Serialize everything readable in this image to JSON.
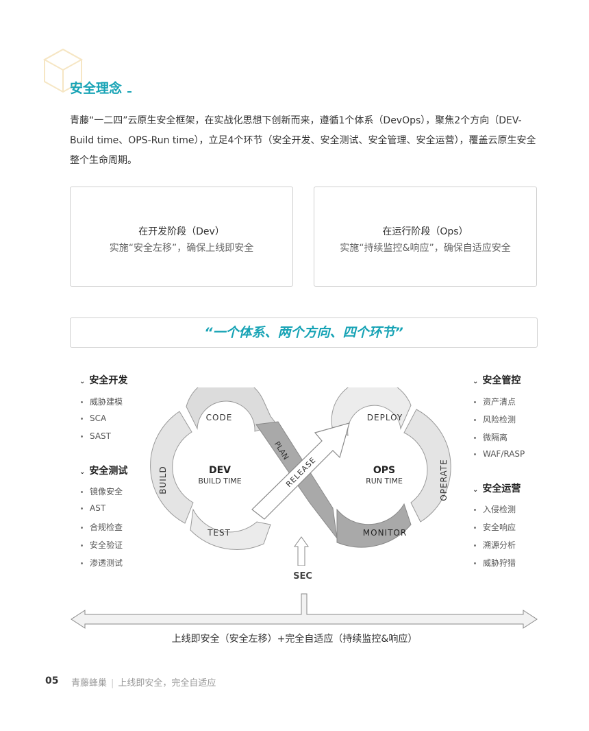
{
  "title": "安全理念",
  "intro": "青藤“一二四”云原生安全框架，在实战化思想下创新而来，遵循1个体系（DevOps），聚焦2个方向（DEV-Build time、OPS-Run time），立足4个环节（安全开发、安全测试、安全管理、安全运营），覆盖云原生安全整个生命周期。",
  "boxes": [
    {
      "title": "在开发阶段（Dev）",
      "subtitle": "实施“安全左移”，确保上线即安全"
    },
    {
      "title": "在运行阶段（Ops）",
      "subtitle": "实施“持续监控&响应”，确保自适应安全"
    }
  ],
  "banner": "“一个体系、两个方向、四个环节”",
  "left_groups": [
    {
      "title": "安全开发",
      "items": [
        "威胁建模",
        "SCA",
        "SAST"
      ]
    },
    {
      "title": "安全测试",
      "items": [
        "镜像安全",
        "AST",
        "合规检查",
        "安全验证",
        "渗透测试"
      ]
    }
  ],
  "right_groups": [
    {
      "title": "安全管控",
      "items": [
        "资产清点",
        "风险检测",
        "微隔离",
        "WAF/RASP"
      ]
    },
    {
      "title": "安全运营",
      "items": [
        "入侵检测",
        "安全响应",
        "溯源分析",
        "威胁狩猎"
      ]
    }
  ],
  "diagram": {
    "dev_title": "DEV",
    "dev_sub": "BUILD TIME",
    "ops_title": "OPS",
    "ops_sub": "RUN TIME",
    "code": "CODE",
    "build": "BUILD",
    "test": "TEST",
    "plan": "PLAN",
    "release": "RELEASE",
    "deploy": "DEPLOY",
    "operate": "OPERATE",
    "monitor": "MONITOR"
  },
  "sec_label": "SEC",
  "bottom_caption": "上线即安全（安全左移）+完全自适应（持续监控&响应）",
  "footer": {
    "page": "05",
    "brand": "青藤蜂巢",
    "slogan": "上线即安全，完全自适应"
  }
}
